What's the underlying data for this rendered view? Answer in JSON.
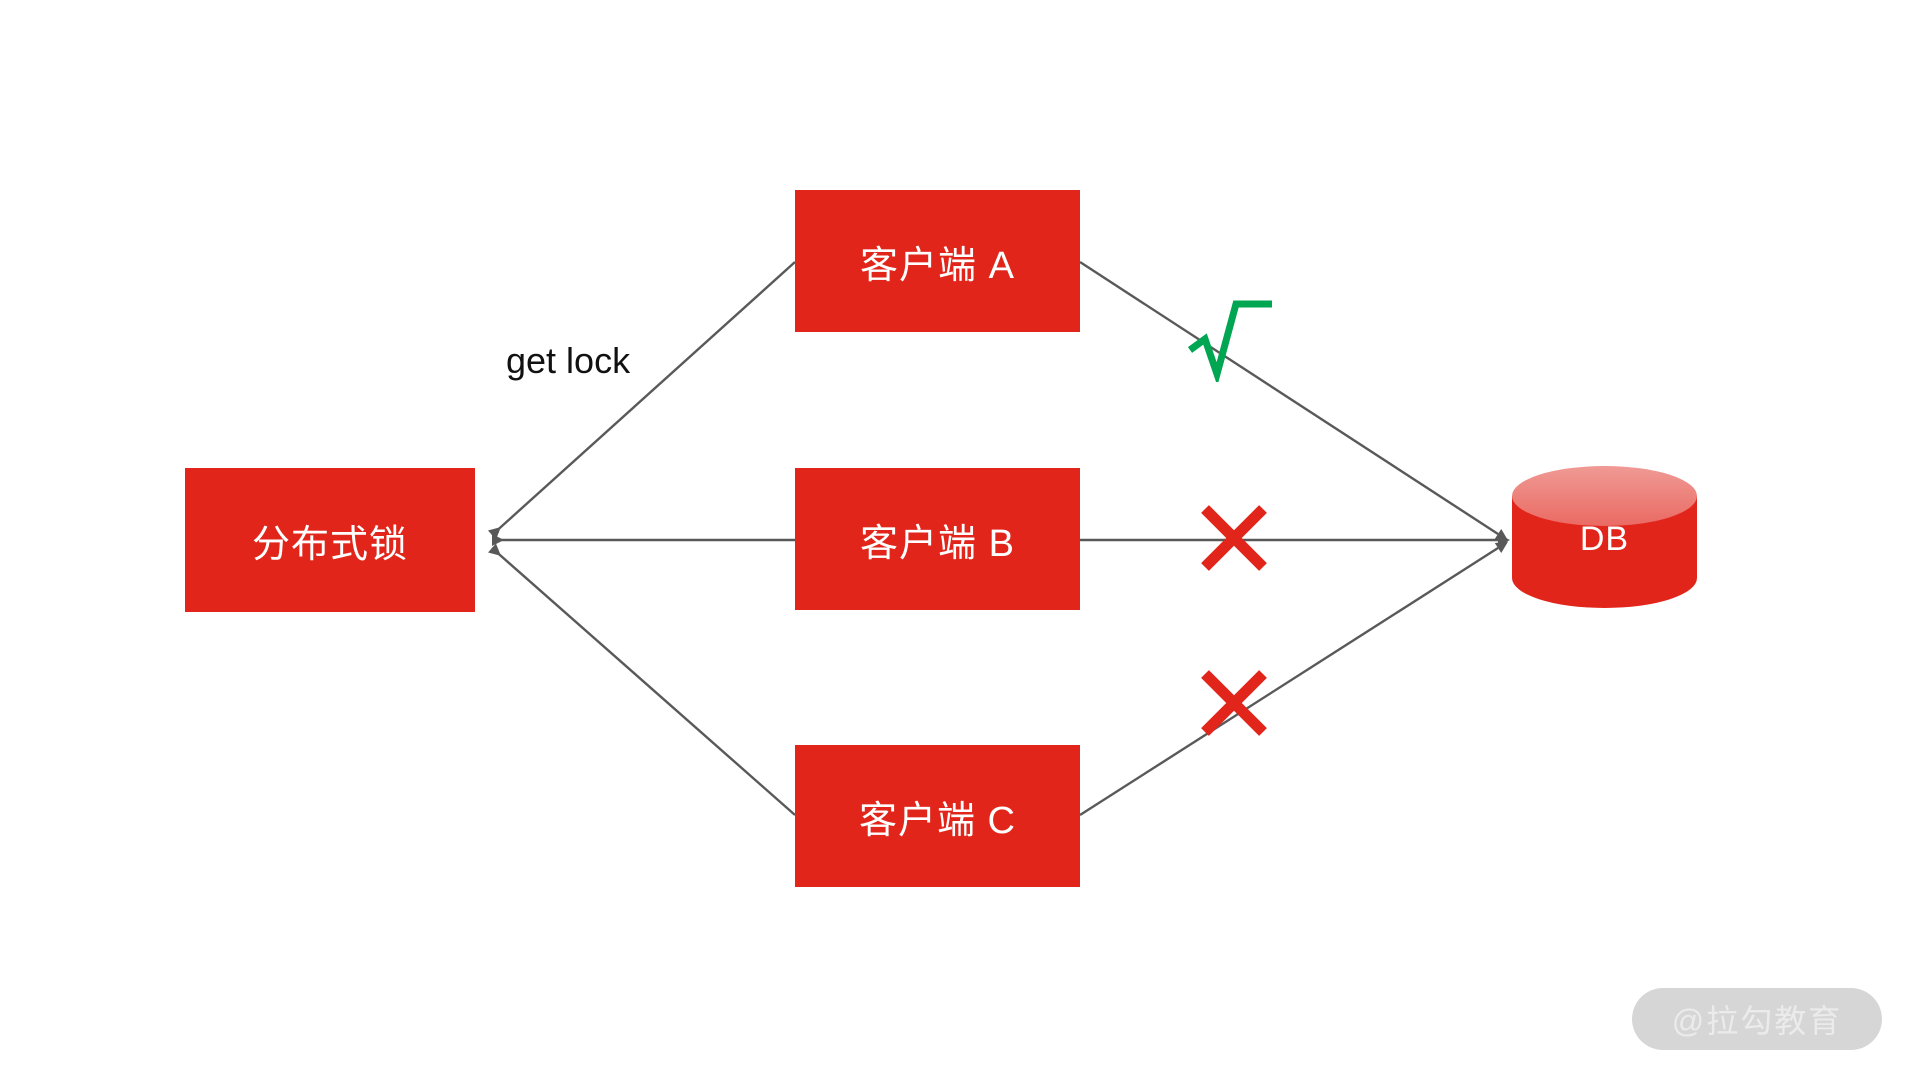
{
  "diagram": {
    "title": "distributed-lock-flow",
    "background_color": "#ffffff",
    "colors": {
      "node_red": "#e2251b",
      "db_top_pink": "#ee7a74",
      "db_body_red": "#e2251b",
      "edge_gray": "#595959",
      "check_green": "#00a651",
      "cross_red": "#e2251b",
      "watermark_bg": "#d6d6d6",
      "watermark_fg": "#ebebeb",
      "node_text": "#ffffff",
      "label_text": "#111111"
    }
  },
  "nodes": {
    "lock": {
      "label": "分布式锁",
      "shape": "rectangle"
    },
    "client_a": {
      "label": "客户端 A",
      "shape": "rectangle"
    },
    "client_b": {
      "label": "客户端 B",
      "shape": "rectangle"
    },
    "client_c": {
      "label": "客户端 C",
      "shape": "rectangle"
    },
    "db": {
      "label": "DB",
      "shape": "cylinder"
    }
  },
  "edges": [
    {
      "from": "client_a",
      "to": "lock",
      "label": "get lock",
      "arrow": "to-lock"
    },
    {
      "from": "client_b",
      "to": "lock",
      "label": "",
      "arrow": "to-lock"
    },
    {
      "from": "client_c",
      "to": "lock",
      "label": "",
      "arrow": "to-lock"
    },
    {
      "from": "client_a",
      "to": "db",
      "label": "",
      "arrow": "to-db",
      "status": "allowed"
    },
    {
      "from": "client_b",
      "to": "db",
      "label": "",
      "arrow": "to-db",
      "status": "blocked"
    },
    {
      "from": "client_c",
      "to": "db",
      "label": "",
      "arrow": "to-db",
      "status": "blocked"
    }
  ],
  "labels": {
    "get_lock": "get lock"
  },
  "marks": {
    "check_a": {
      "icon": "green-check-icon",
      "meaning": "allowed"
    },
    "cross_b": {
      "icon": "red-cross-icon",
      "meaning": "blocked"
    },
    "cross_c": {
      "icon": "red-cross-icon",
      "meaning": "blocked"
    }
  },
  "watermark": {
    "text": "@拉勾教育"
  }
}
